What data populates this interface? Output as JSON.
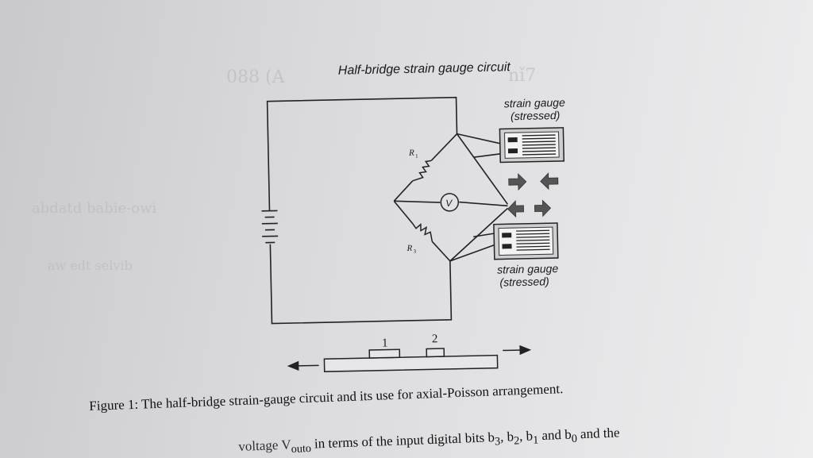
{
  "diagram": {
    "title": "Half-bridge strain gauge circuit",
    "gauge_top_label_line1": "strain gauge",
    "gauge_top_label_line2": "(stressed)",
    "gauge_bottom_label_line1": "strain gauge",
    "gauge_bottom_label_line2": "(stressed)",
    "resistor_top_label": "R",
    "resistor_top_subscript": "1",
    "resistor_bottom_label": "R",
    "resistor_bottom_subscript": "3",
    "voltmeter_label": "V",
    "beam_label_1": "1",
    "beam_label_2": "2"
  },
  "caption": "Figure 1: The half-bridge strain-gauge circuit and its use for axial-Poisson arrangement.",
  "bottom_line": {
    "prefix": "voltage V",
    "subscript": "outo",
    "rest": " in terms of the input digital bits b",
    "b3": "3",
    "sep1": ", b",
    "b2": "2",
    "sep2": ", b",
    "b1": "1",
    "sep3": " and b",
    "b0": "0",
    "suffix": " and the"
  }
}
